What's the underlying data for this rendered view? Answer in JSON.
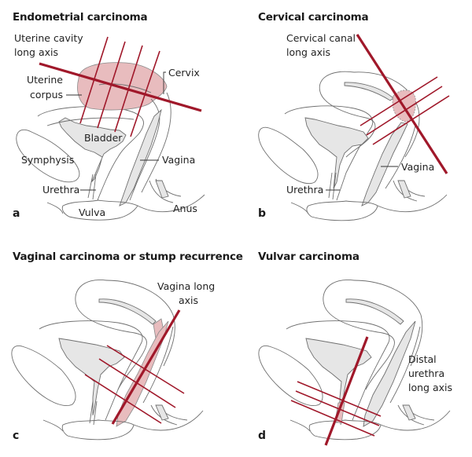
{
  "colors": {
    "axis": "#a0182a",
    "tumor": "#e8bcbe",
    "organ": "#e6e6e6",
    "outline": "#6f6f6f"
  },
  "panels": [
    {
      "letter": "a",
      "title": "Endometrial carcinoma",
      "labels": {
        "axis_line1": "Uterine cavity",
        "axis_line2": "long axis",
        "corpus_line1": "Uterine",
        "corpus_line2": "corpus",
        "cervix": "Cervix",
        "bladder": "Bladder",
        "symphysis": "Symphysis",
        "vagina": "Vagina",
        "urethra": "Urethra",
        "vulva": "Vulva",
        "anus": "Anus"
      },
      "slice_count": 4
    },
    {
      "letter": "b",
      "title": "Cervical carcinoma",
      "labels": {
        "axis_line1": "Cervical canal",
        "axis_line2": "long axis",
        "vagina": "Vagina",
        "urethra": "Urethra"
      },
      "slice_count": 3
    },
    {
      "letter": "c",
      "title": "Vaginal carcinoma or stump recurrence",
      "labels": {
        "axis_line1": "Vagina long",
        "axis_line2": "axis"
      },
      "slice_count": 3
    },
    {
      "letter": "d",
      "title": "Vulvar carcinoma",
      "labels": {
        "axis_line1": "Distal",
        "axis_line2": "urethra",
        "axis_line3": "long axis"
      },
      "slice_count": 3
    }
  ]
}
